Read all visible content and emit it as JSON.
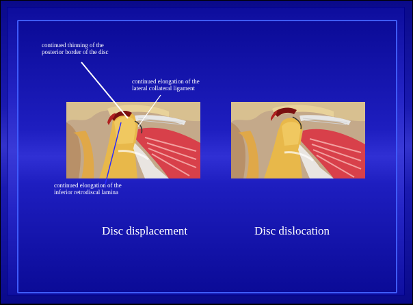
{
  "labels": {
    "posterior_border_line1": "continued thinning of the",
    "posterior_border_line2": "posterior border of the disc",
    "lateral_collateral_line1": "continued elongation of the",
    "lateral_collateral_line2": "lateral collateral ligament",
    "retrodiscal_line1": "continued elongation of the",
    "retrodiscal_line2": "inferior retrodiscal lamina"
  },
  "captions": {
    "left": "Disc displacement",
    "right": "Disc dislocation"
  },
  "colors": {
    "background_blue": "#1e1ec0",
    "bone": "#e8b84a",
    "muscle": "#d8404a",
    "ligament": "#e6e6e6"
  }
}
